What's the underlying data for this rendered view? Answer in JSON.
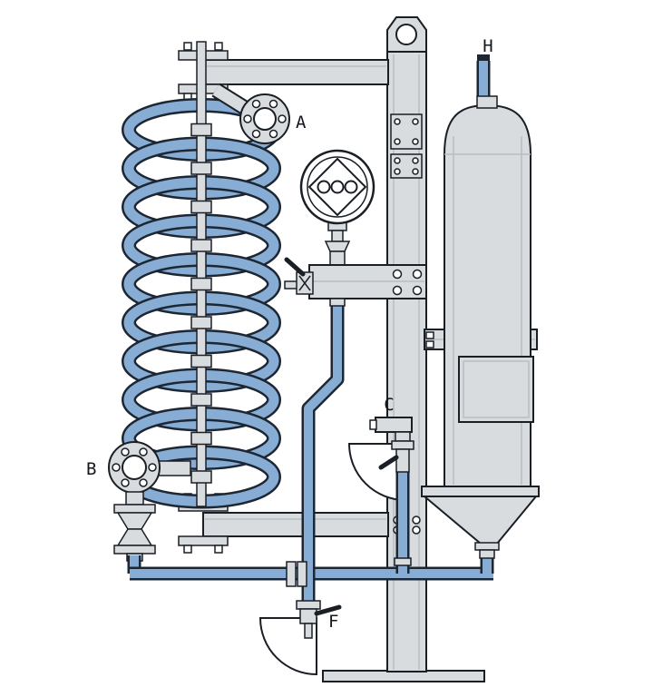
{
  "diagram": {
    "labels": {
      "a": "A",
      "b": "B",
      "c": "C",
      "f": "F",
      "h": "H"
    },
    "coil_turns": 10,
    "palette": {
      "pipe": "#87add4",
      "pipe_outline": "#1d2633",
      "metal": "#d9dcde",
      "metal_shade": "#b7bdc2",
      "line": "#1a1f26",
      "white": "#ffffff"
    }
  }
}
